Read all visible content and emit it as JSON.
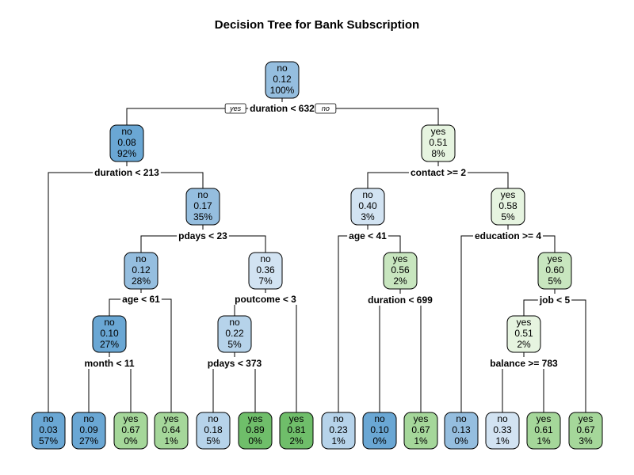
{
  "title": "Decision Tree for Bank Subscription",
  "branch_labels": {
    "yes": "yes",
    "no": "no"
  },
  "colors": {
    "no_dark": "#6aa7d4",
    "no_mid": "#95bedf",
    "no_light": "#b6d3ea",
    "no_pale": "#d2e3f2",
    "yes_pale": "#e6f4e0",
    "yes_light": "#c8e6bf",
    "yes_mid": "#a5d79a",
    "yes_dark": "#6fbe6a"
  },
  "nodes": [
    {
      "id": "root",
      "class": "no",
      "prob": "0.12",
      "pct": "100%",
      "fill": "no_mid",
      "split": "duration < 632",
      "children": [
        "n1",
        "n2"
      ]
    },
    {
      "id": "n1",
      "class": "no",
      "prob": "0.08",
      "pct": "92%",
      "fill": "no_dark",
      "split": "duration < 213",
      "children": [
        "L1",
        "n3"
      ]
    },
    {
      "id": "n2",
      "class": "yes",
      "prob": "0.51",
      "pct": "8%",
      "fill": "yes_pale",
      "split": "contact >= 2",
      "children": [
        "n8",
        "n9"
      ]
    },
    {
      "id": "n3",
      "class": "no",
      "prob": "0.17",
      "pct": "35%",
      "fill": "no_mid",
      "split": "pdays < 23",
      "children": [
        "n4",
        "n5"
      ]
    },
    {
      "id": "n4",
      "class": "no",
      "prob": "0.12",
      "pct": "28%",
      "fill": "no_mid",
      "split": "age < 61",
      "children": [
        "n6",
        "L5"
      ]
    },
    {
      "id": "n5",
      "class": "no",
      "prob": "0.36",
      "pct": "7%",
      "fill": "no_pale",
      "split": "poutcome < 3",
      "children": [
        "n7",
        "L8"
      ]
    },
    {
      "id": "n6",
      "class": "no",
      "prob": "0.10",
      "pct": "27%",
      "fill": "no_dark",
      "split": "month < 11",
      "children": [
        "L2",
        "L3"
      ]
    },
    {
      "id": "n7",
      "class": "no",
      "prob": "0.22",
      "pct": "5%",
      "fill": "no_light",
      "split": "pdays < 373",
      "children": [
        "L6",
        "L7"
      ]
    },
    {
      "id": "n8",
      "class": "no",
      "prob": "0.40",
      "pct": "3%",
      "fill": "no_pale",
      "split": "age < 41",
      "children": [
        "L9",
        "n10"
      ]
    },
    {
      "id": "n9",
      "class": "yes",
      "prob": "0.58",
      "pct": "5%",
      "fill": "yes_pale",
      "split": "education >= 4",
      "children": [
        "L12",
        "n11"
      ]
    },
    {
      "id": "n10",
      "class": "yes",
      "prob": "0.56",
      "pct": "2%",
      "fill": "yes_light",
      "split": "duration < 699",
      "children": [
        "L10",
        "L11"
      ]
    },
    {
      "id": "n11",
      "class": "yes",
      "prob": "0.60",
      "pct": "5%",
      "fill": "yes_light",
      "split": "job < 5",
      "children": [
        "n12",
        "L16"
      ]
    },
    {
      "id": "n12",
      "class": "yes",
      "prob": "0.51",
      "pct": "2%",
      "fill": "yes_pale",
      "split": "balance >= 783",
      "children": [
        "L13",
        "L14"
      ]
    },
    {
      "id": "L1",
      "class": "no",
      "prob": "0.03",
      "pct": "57%",
      "fill": "no_dark"
    },
    {
      "id": "L2",
      "class": "no",
      "prob": "0.09",
      "pct": "27%",
      "fill": "no_dark"
    },
    {
      "id": "L3",
      "class": "yes",
      "prob": "0.67",
      "pct": "0%",
      "fill": "yes_mid"
    },
    {
      "id": "L5",
      "class": "yes",
      "prob": "0.64",
      "pct": "1%",
      "fill": "yes_mid"
    },
    {
      "id": "L6",
      "class": "no",
      "prob": "0.18",
      "pct": "5%",
      "fill": "no_light"
    },
    {
      "id": "L7",
      "class": "yes",
      "prob": "0.89",
      "pct": "0%",
      "fill": "yes_dark"
    },
    {
      "id": "L8",
      "class": "yes",
      "prob": "0.81",
      "pct": "2%",
      "fill": "yes_dark"
    },
    {
      "id": "L9",
      "class": "no",
      "prob": "0.23",
      "pct": "1%",
      "fill": "no_light"
    },
    {
      "id": "L10",
      "class": "no",
      "prob": "0.10",
      "pct": "0%",
      "fill": "no_dark"
    },
    {
      "id": "L11",
      "class": "yes",
      "prob": "0.67",
      "pct": "1%",
      "fill": "yes_mid"
    },
    {
      "id": "L12",
      "class": "no",
      "prob": "0.13",
      "pct": "0%",
      "fill": "no_mid"
    },
    {
      "id": "L13",
      "class": "no",
      "prob": "0.33",
      "pct": "1%",
      "fill": "no_pale"
    },
    {
      "id": "L14",
      "class": "yes",
      "prob": "0.61",
      "pct": "1%",
      "fill": "yes_mid"
    },
    {
      "id": "L16",
      "class": "yes",
      "prob": "0.67",
      "pct": "3%",
      "fill": "yes_mid"
    }
  ]
}
